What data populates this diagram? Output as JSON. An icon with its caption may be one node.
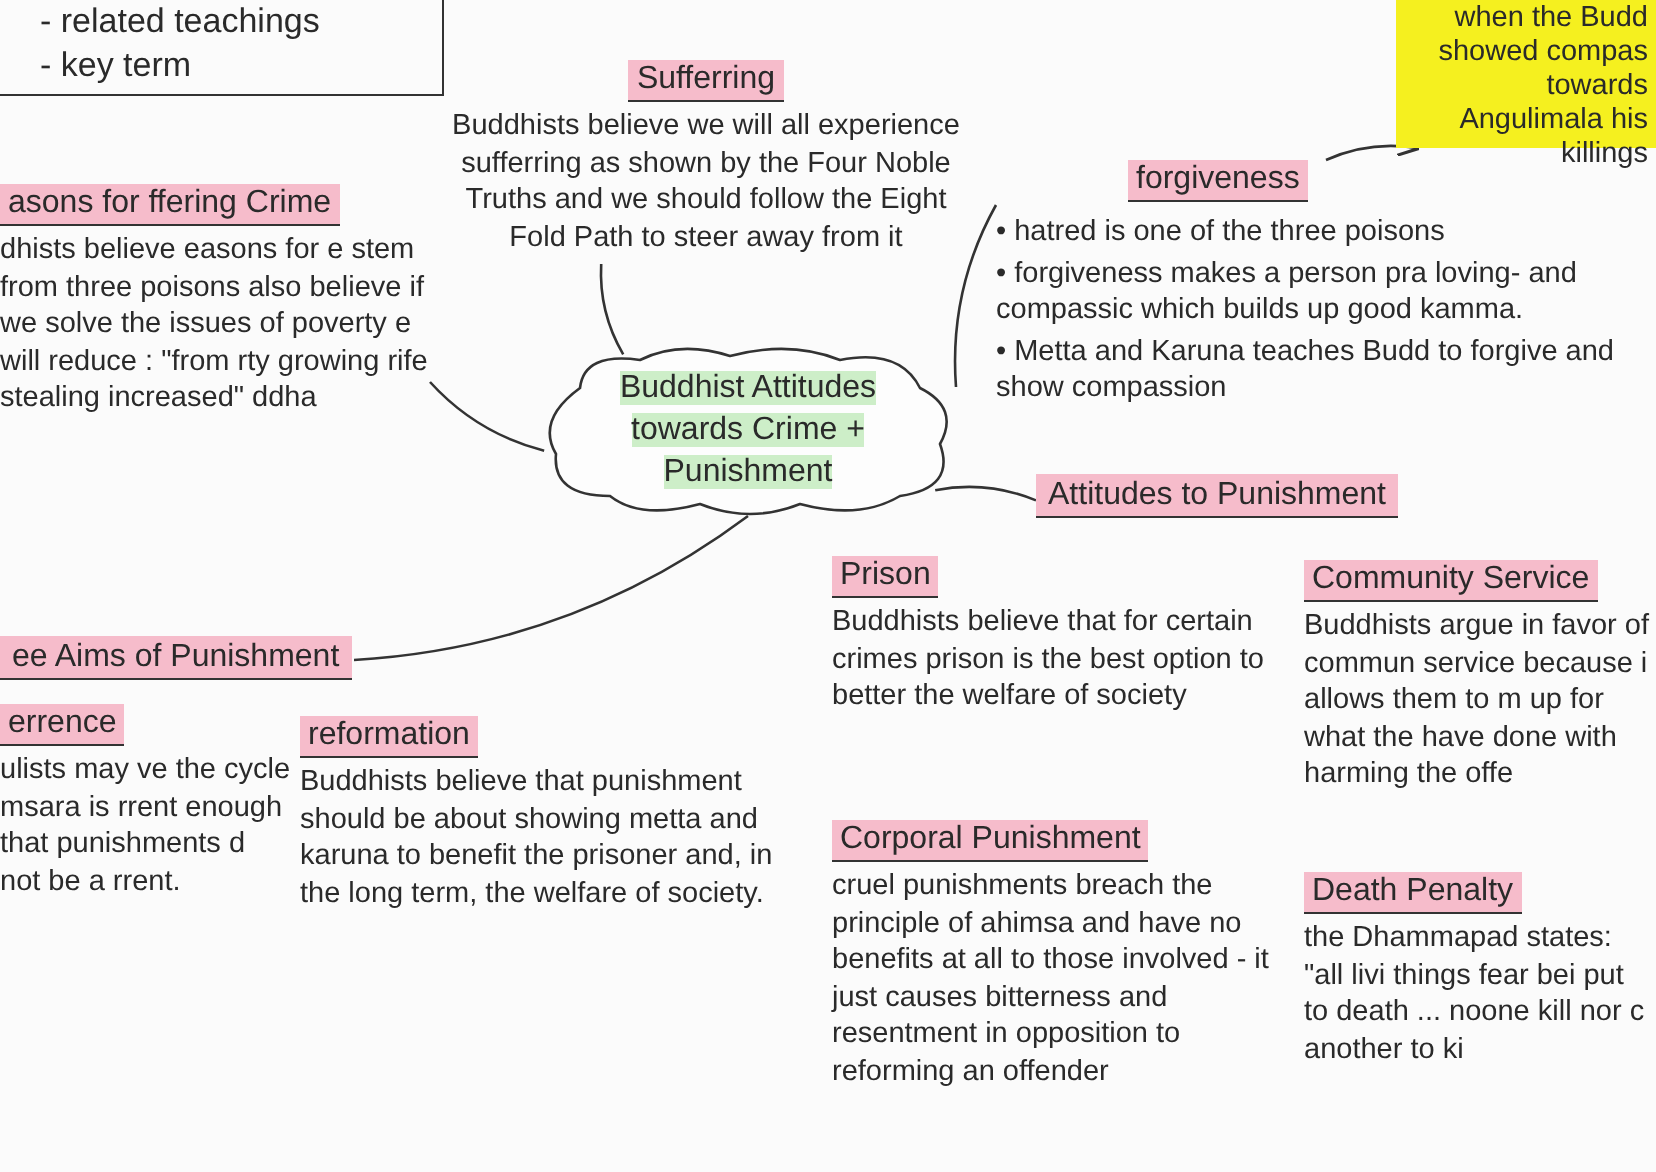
{
  "diagram": {
    "nodes": [
      {
        "text": [
          "- related teachings",
          "- key term"
        ]
      },
      {
        "text": [
          "Buddhist Attitudes towards Crime + Punishment"
        ]
      },
      {
        "text": [
          "Sufferring",
          "Buddhists believe we will all experience sufferring as shown by the Four Noble Truths and we should follow the Eight Fold Path to steer away from it"
        ]
      },
      {
        "text": [
          "asons for ffering Crime",
          "dhists believe easons for e stem from three poisons also believe if we solve the issues of poverty e will reduce : \"from rty growing rife stealing increased\" ddha"
        ]
      },
      {
        "text": [
          "forgiveness",
          "• hatred is one of the three poisons",
          "• forgiveness makes a person pra loving- and compassic which builds up good kamma.",
          "• Metta and Karuna teaches Budd to forgive and show compassion"
        ]
      },
      {
        "text": [
          "when the Budd showed compas towards Angulimala his killings"
        ]
      },
      {
        "text": [
          "Attitudes to Punishment"
        ]
      },
      {
        "text": [
          "Prison",
          "Buddhists believe that for certain crimes prison is the best option to better the welfare of society"
        ]
      },
      {
        "text": [
          "Corporal Punishment",
          "cruel punishments breach the principle of ahimsa and have no benefits at all to those involved - it just causes bitterness and resentment in opposition to reforming an offender"
        ]
      },
      {
        "text": [
          "Community Service",
          "Buddhists argue in favor of commun service because i allows them to m up for what the have done with harming the offe"
        ]
      },
      {
        "text": [
          "Death Penalty",
          "the Dhammapad states: \"all livi things fear bei put to death ... noone kill nor c another to ki"
        ]
      },
      {
        "text": [
          "ee Aims of Punishment"
        ]
      },
      {
        "text": [
          "errence",
          "ulists may ve the cycle msara is rrent enough that punishments d not be a rrent."
        ]
      },
      {
        "text": [
          "reformation",
          "Buddhists believe that punishment should be about showing metta and karuna to benefit the prisoner and, in the long term, the welfare of society."
        ]
      }
    ],
    "edges": [
      {
        "from": 1,
        "to": 2,
        "arrow": "none"
      },
      {
        "from": 1,
        "to": 3,
        "arrow": "none"
      },
      {
        "from": 1,
        "to": 4,
        "arrow": "none"
      },
      {
        "from": 1,
        "to": 6,
        "arrow": "none"
      },
      {
        "from": 1,
        "to": 11,
        "arrow": "none"
      },
      {
        "from": 4,
        "to": 5,
        "arrow": "to"
      }
    ]
  }
}
